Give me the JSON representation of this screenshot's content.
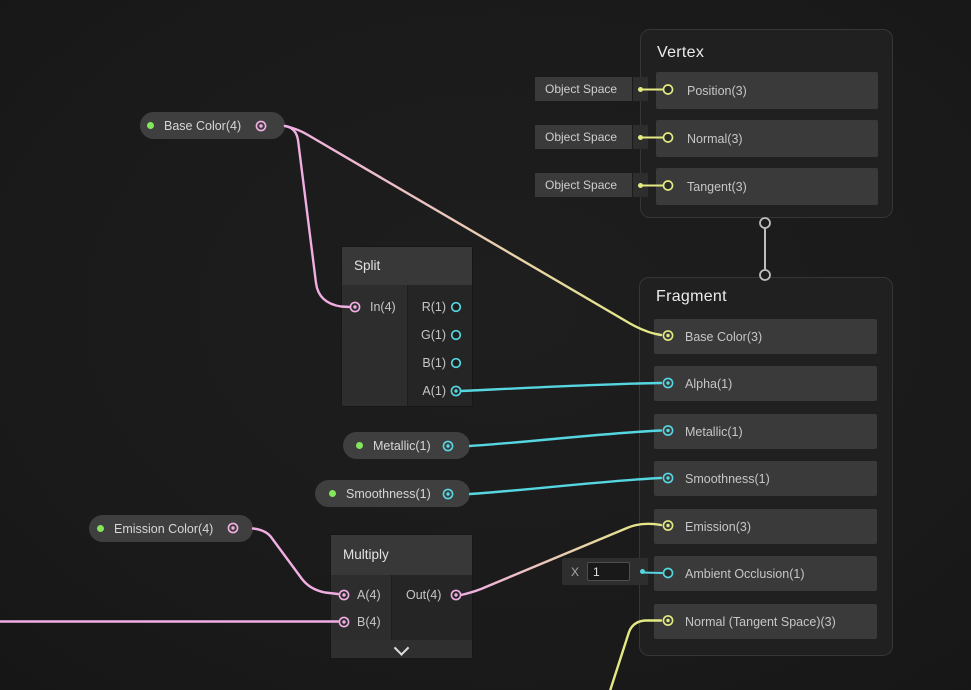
{
  "colors": {
    "pink": "#F0AEE3",
    "yellow": "#E3EA82",
    "cyan": "#55D6E0",
    "green": "#83E75C",
    "connector": "#BDBDBD"
  },
  "vertex_node": {
    "title": "Vertex",
    "slots": [
      {
        "label": "Position(3)",
        "space": "Object Space"
      },
      {
        "label": "Normal(3)",
        "space": "Object Space"
      },
      {
        "label": "Tangent(3)",
        "space": "Object Space"
      }
    ]
  },
  "fragment_node": {
    "title": "Fragment",
    "slots": [
      {
        "label": "Base Color(3)"
      },
      {
        "label": "Alpha(1)"
      },
      {
        "label": "Metallic(1)"
      },
      {
        "label": "Smoothness(1)"
      },
      {
        "label": "Emission(3)"
      },
      {
        "label": "Ambient Occlusion(1)"
      },
      {
        "label": "Normal (Tangent Space)(3)"
      }
    ]
  },
  "properties": {
    "base_color": "Base Color(4)",
    "metallic": "Metallic(1)",
    "smoothness": "Smoothness(1)",
    "emission_color": "Emission Color(4)"
  },
  "split_node": {
    "title": "Split",
    "input": "In(4)",
    "outputs": [
      {
        "label": "R(1)"
      },
      {
        "label": "G(1)"
      },
      {
        "label": "B(1)"
      },
      {
        "label": "A(1)"
      }
    ]
  },
  "multiply_node": {
    "title": "Multiply",
    "inputs": [
      {
        "label": "A(4)"
      },
      {
        "label": "B(4)"
      }
    ],
    "output": "Out(4)"
  },
  "ambient_occlusion_input": {
    "label": "X",
    "value": "1"
  }
}
